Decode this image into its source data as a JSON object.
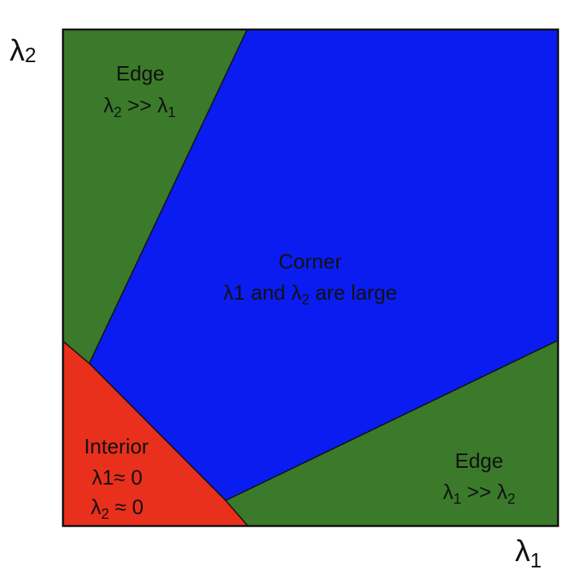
{
  "colors": {
    "edge_fill": "#3a7a2a",
    "corner_fill": "#0b1cf0",
    "interior_fill": "#e8301c",
    "border": "#111111",
    "text": "#111111"
  },
  "axes": {
    "y_base": "λ",
    "y_sub": "2",
    "x_base": "λ",
    "x_sub": "1"
  },
  "regions": {
    "edge_top": {
      "title": "Edge",
      "line2_a": "λ",
      "line2_a_sub": "2",
      "line2_mid": " >> ",
      "line2_b": "λ",
      "line2_b_sub": "1"
    },
    "corner": {
      "title": "Corner",
      "line2_a": "λ1 and ",
      "line2_b": "λ",
      "line2_b_sub": "2",
      "line2_c": " are large"
    },
    "edge_bottom": {
      "title": "Edge",
      "line2_a": "λ",
      "line2_a_sub": "1",
      "line2_mid": " >> ",
      "line2_b": "λ",
      "line2_b_sub": "2"
    },
    "interior": {
      "title": "Interior",
      "line2": "λ1≈ 0",
      "line3_a": "λ",
      "line3_a_sub": "2",
      "line3_b": " ≈ 0"
    }
  }
}
